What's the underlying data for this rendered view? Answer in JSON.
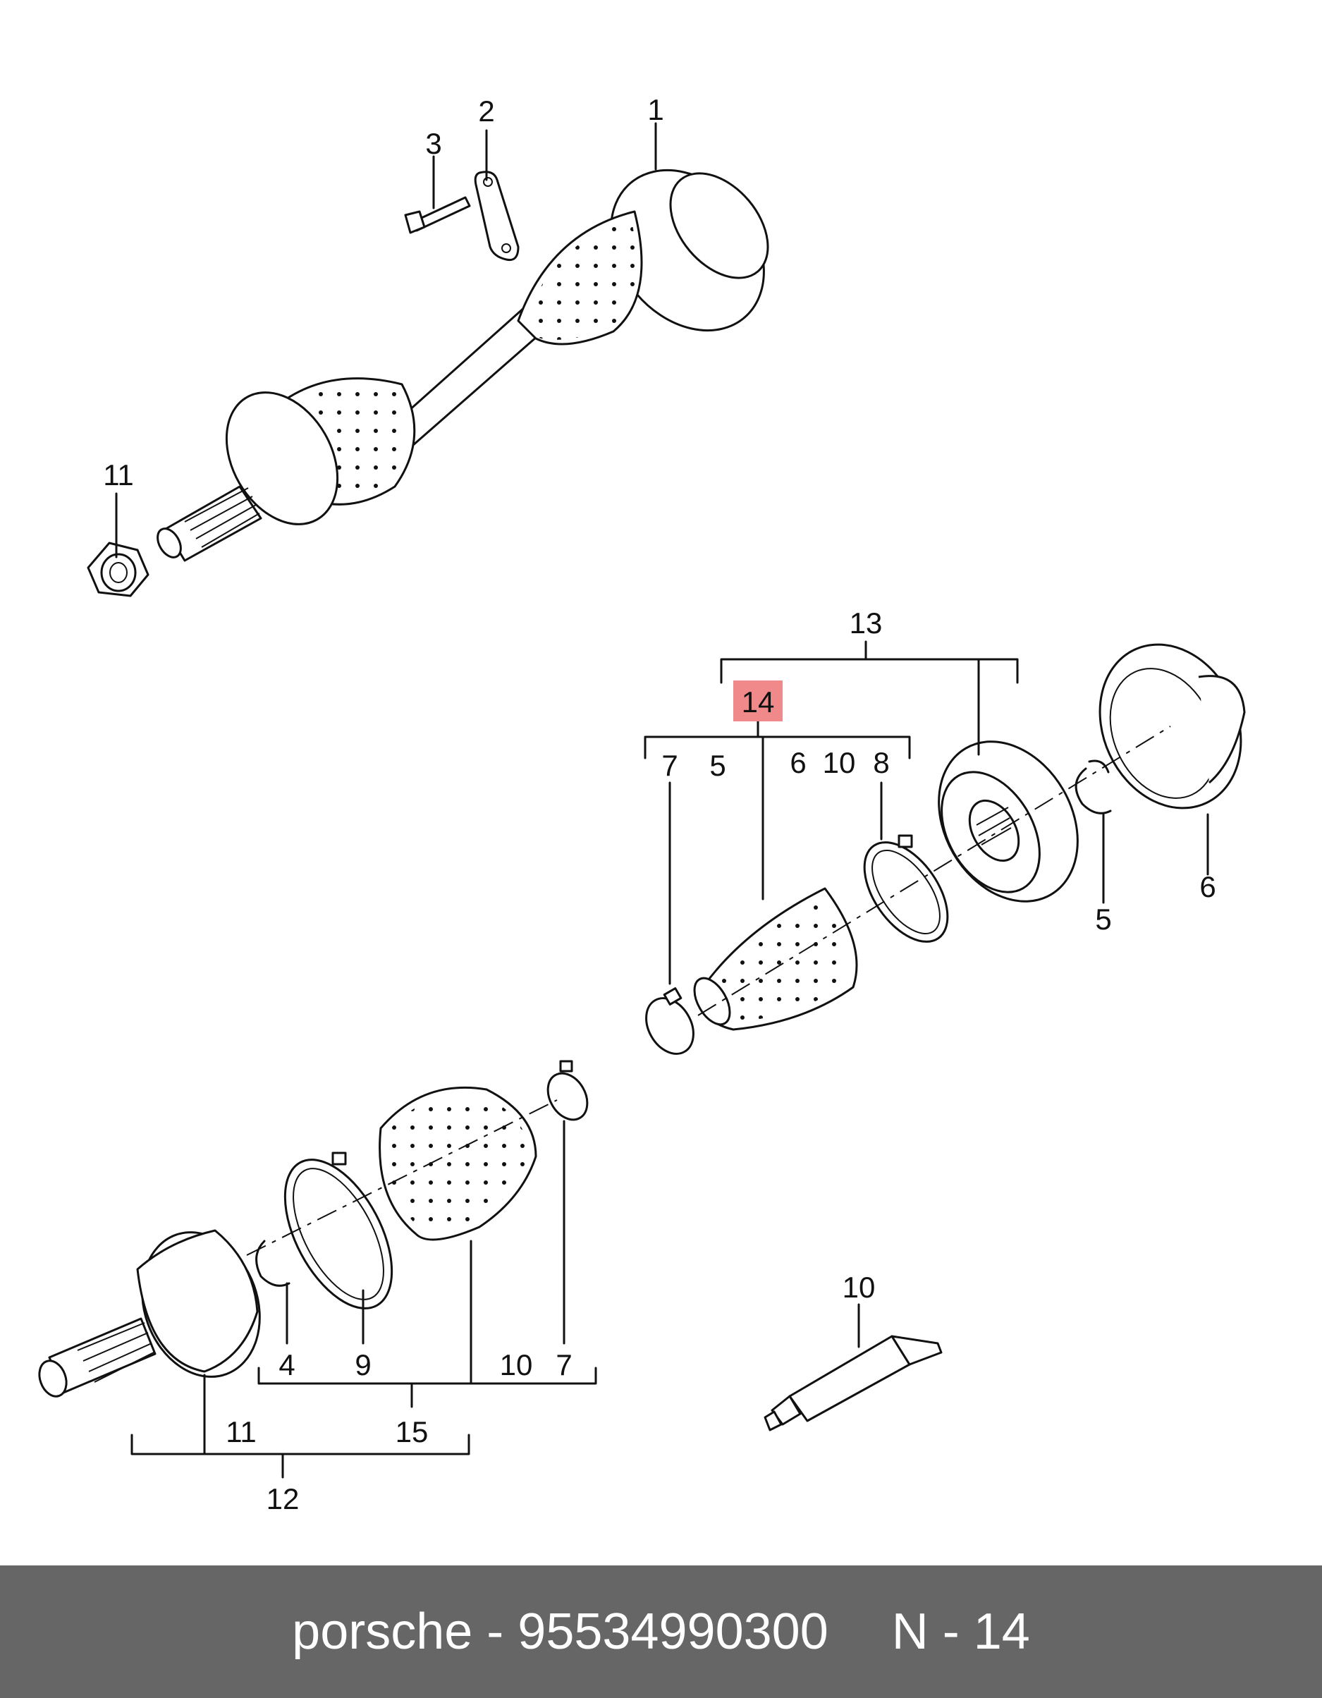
{
  "diagram": {
    "labels": {
      "l1": "1",
      "l2": "2",
      "l3": "3",
      "l11a": "11",
      "l13": "13",
      "l14": "14",
      "l7a": "7",
      "l5a": "5",
      "l6a": "6",
      "l10a": "10",
      "l8": "8",
      "l5b": "5",
      "l6b": "6",
      "l4": "4",
      "l9": "9",
      "l10b": "10",
      "l7b": "7",
      "l11b": "11",
      "l15": "15",
      "l12": "12",
      "l10c": "10"
    },
    "highlight_color": "#f08a8a"
  },
  "footer": {
    "brand": "porsche - 95534990300",
    "page": "N - 14"
  }
}
